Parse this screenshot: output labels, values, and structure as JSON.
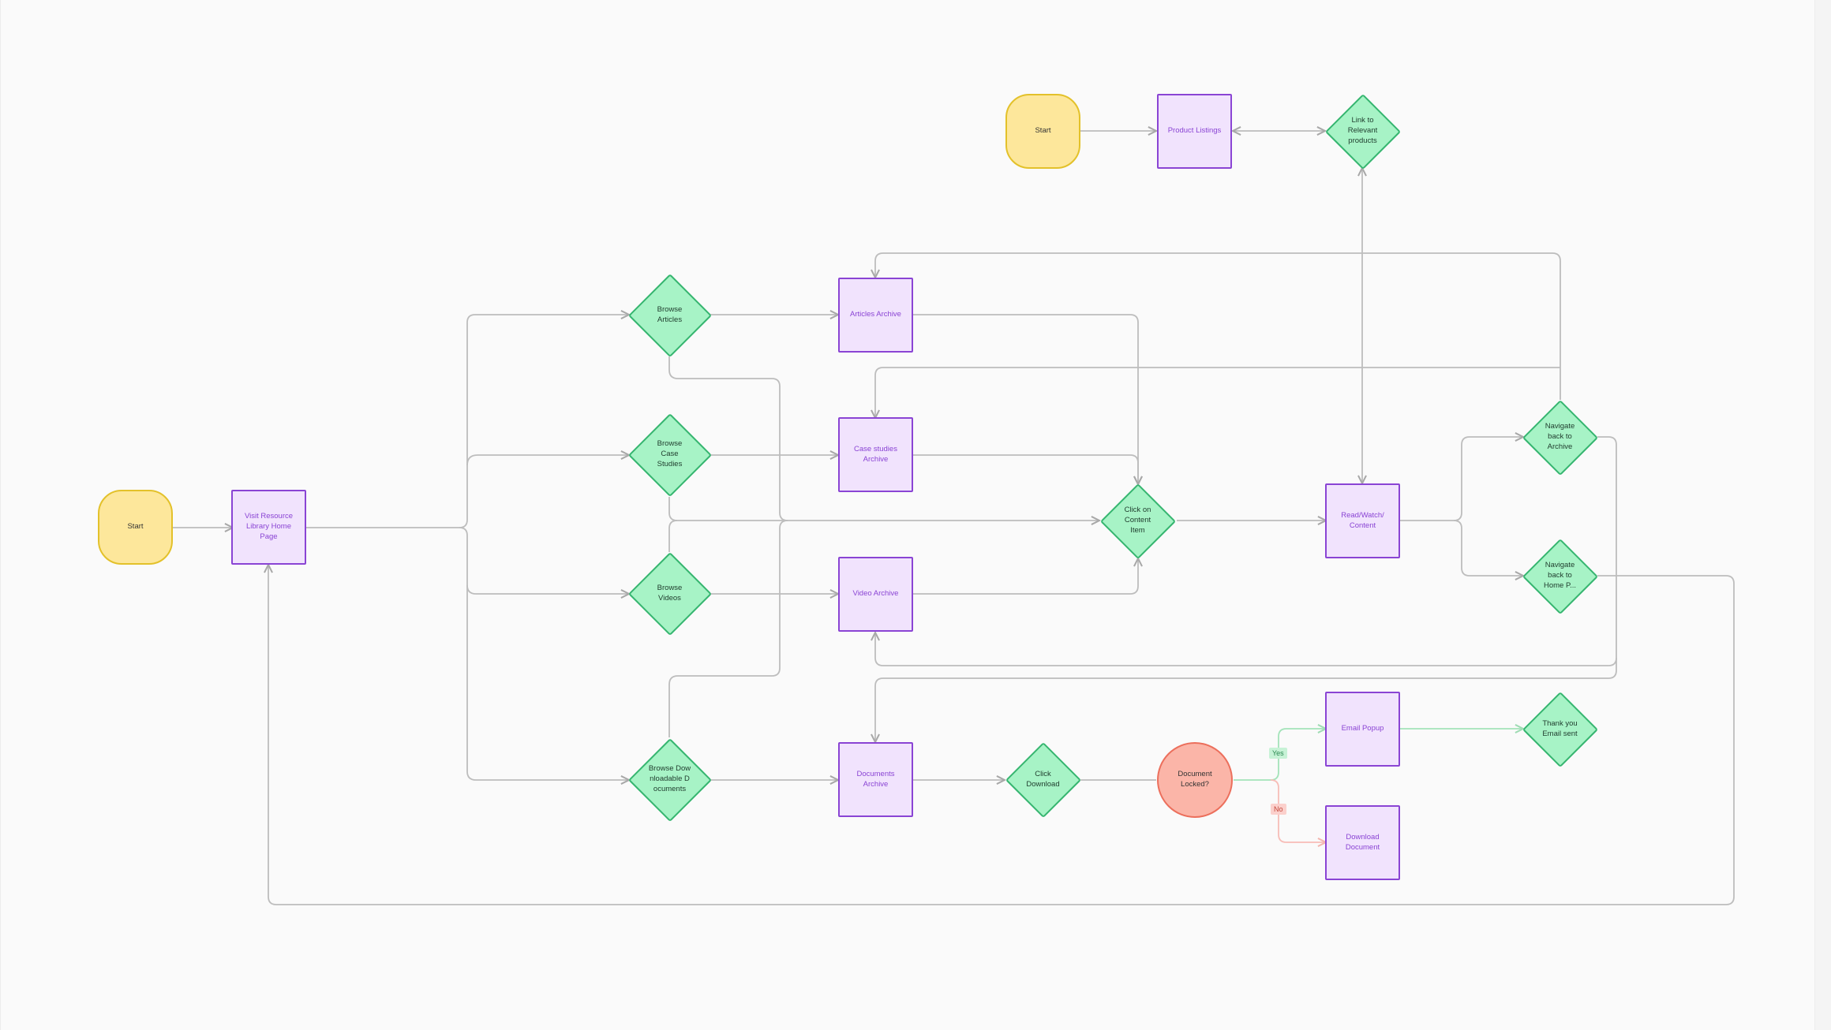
{
  "colors": {
    "background": "#fafafa",
    "edge": "#bdbdbd",
    "edge_yes": "#a3e3b9",
    "edge_no": "#f7bdb7",
    "start_fill": "#fde79b",
    "start_stroke": "#e3c12a",
    "process_fill": "#f1e3fd",
    "process_stroke": "#8a44d4",
    "decision_fill": "#a7f3c6",
    "decision_stroke": "#35b56f",
    "terminal_fill": "#fbb5a8",
    "terminal_stroke": "#ec6f5c"
  },
  "diagram": {
    "nodes": [
      {
        "id": "start_main",
        "kind": "start",
        "label": "Start"
      },
      {
        "id": "visit_home",
        "kind": "process",
        "label": "Visit Resource Library Home Page"
      },
      {
        "id": "browse_articles",
        "kind": "decision",
        "label": "Browse Articles"
      },
      {
        "id": "browse_case",
        "kind": "decision",
        "label": "Browse Case Studies"
      },
      {
        "id": "browse_videos",
        "kind": "decision",
        "label": "Browse Videos"
      },
      {
        "id": "browse_docs",
        "kind": "decision",
        "label": "Browse Downloadable Documents"
      },
      {
        "id": "articles_archive",
        "kind": "process",
        "label": "Articles Archive"
      },
      {
        "id": "case_archive",
        "kind": "process",
        "label": "Case studies Archive"
      },
      {
        "id": "video_archive",
        "kind": "process",
        "label": "Video Archive"
      },
      {
        "id": "docs_archive",
        "kind": "process",
        "label": "Documents Archive"
      },
      {
        "id": "click_content",
        "kind": "decision",
        "label": "Click on Content Item"
      },
      {
        "id": "read_content",
        "kind": "process",
        "label": "Read/Watch/ Content"
      },
      {
        "id": "nav_archive",
        "kind": "decision",
        "label": "Navigate back to Archive"
      },
      {
        "id": "nav_home",
        "kind": "decision",
        "label": "Navigate back to Home P..."
      },
      {
        "id": "start_top",
        "kind": "start",
        "label": "Start"
      },
      {
        "id": "product_listings",
        "kind": "process",
        "label": "Product Listings"
      },
      {
        "id": "link_products",
        "kind": "decision",
        "label": "Link to Relevant products"
      },
      {
        "id": "click_download",
        "kind": "decision",
        "label": "Click Download"
      },
      {
        "id": "doc_locked",
        "kind": "terminal",
        "label": "Document Locked?"
      },
      {
        "id": "email_popup",
        "kind": "process",
        "label": "Email Popup"
      },
      {
        "id": "download_doc",
        "kind": "process",
        "label": "Download Document"
      },
      {
        "id": "thank_you",
        "kind": "decision",
        "label": "Thank you Email sent"
      }
    ],
    "branch_labels": {
      "yes": "Yes",
      "no": "No"
    },
    "edges": [
      {
        "from": "start_main",
        "to": "visit_home"
      },
      {
        "from": "visit_home",
        "to": "browse_articles"
      },
      {
        "from": "visit_home",
        "to": "browse_case"
      },
      {
        "from": "visit_home",
        "to": "browse_videos"
      },
      {
        "from": "visit_home",
        "to": "browse_docs"
      },
      {
        "from": "browse_articles",
        "to": "articles_archive"
      },
      {
        "from": "browse_case",
        "to": "case_archive"
      },
      {
        "from": "browse_videos",
        "to": "video_archive"
      },
      {
        "from": "browse_docs",
        "to": "docs_archive"
      },
      {
        "from": "articles_archive",
        "to": "click_content"
      },
      {
        "from": "case_archive",
        "to": "click_content"
      },
      {
        "from": "video_archive",
        "to": "click_content"
      },
      {
        "from": "browse_articles",
        "to": "click_content"
      },
      {
        "from": "browse_case",
        "to": "click_content"
      },
      {
        "from": "browse_docs",
        "to": "click_content"
      },
      {
        "from": "click_content",
        "to": "read_content"
      },
      {
        "from": "read_content",
        "to": "nav_archive"
      },
      {
        "from": "read_content",
        "to": "nav_home"
      },
      {
        "from": "nav_archive",
        "to": "articles_archive"
      },
      {
        "from": "nav_archive",
        "to": "case_archive"
      },
      {
        "from": "nav_archive",
        "to": "video_archive"
      },
      {
        "from": "nav_archive",
        "to": "docs_archive"
      },
      {
        "from": "nav_home",
        "to": "visit_home"
      },
      {
        "from": "start_top",
        "to": "product_listings"
      },
      {
        "from": "product_listings",
        "to": "link_products"
      },
      {
        "from": "link_products",
        "to": "product_listings"
      },
      {
        "from": "link_products",
        "to": "read_content"
      },
      {
        "from": "read_content",
        "to": "link_products"
      },
      {
        "from": "docs_archive",
        "to": "click_download"
      },
      {
        "from": "click_download",
        "to": "doc_locked"
      },
      {
        "from": "doc_locked",
        "to": "email_popup",
        "label": "yes"
      },
      {
        "from": "doc_locked",
        "to": "download_doc",
        "label": "no"
      },
      {
        "from": "email_popup",
        "to": "thank_you"
      }
    ]
  }
}
